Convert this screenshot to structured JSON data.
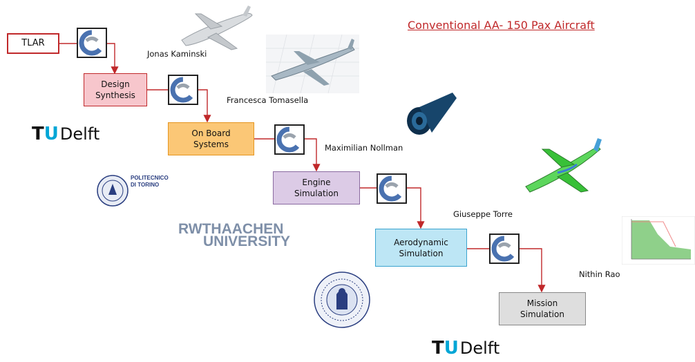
{
  "title": "Conventional AA- 150 Pax Aircraft",
  "boxes": {
    "tlar": "TLAR",
    "design": "Design\nSynthesis",
    "onboard": "On Board\nSystems",
    "engine": "Engine\nSimulation",
    "aero": "Aerodynamic\nSimulation",
    "mission": "Mission\nSimulation"
  },
  "names": {
    "kaminski": "Jonas Kaminski",
    "tomasella": "Francesca Tomasella",
    "nollman": "Maximilian Nollman",
    "torre": "Giuseppe Torre",
    "rao": "Nithin Rao"
  },
  "logos": {
    "tudelft_d": "Delft",
    "polito": "POLITECNICO\nDI TORINO",
    "rwth_line1": "RWTHAACHEN",
    "rwth_line2": "UNIVERSITY"
  },
  "colors": {
    "accent_red": "#c0282a",
    "design_fill": "#f7c6cc",
    "onboard_fill": "#fbc776",
    "engine_fill": "#dccbe6",
    "aero_fill": "#bde6f5",
    "mission_fill": "#dedede",
    "tudelft_blue": "#00a6d6"
  }
}
